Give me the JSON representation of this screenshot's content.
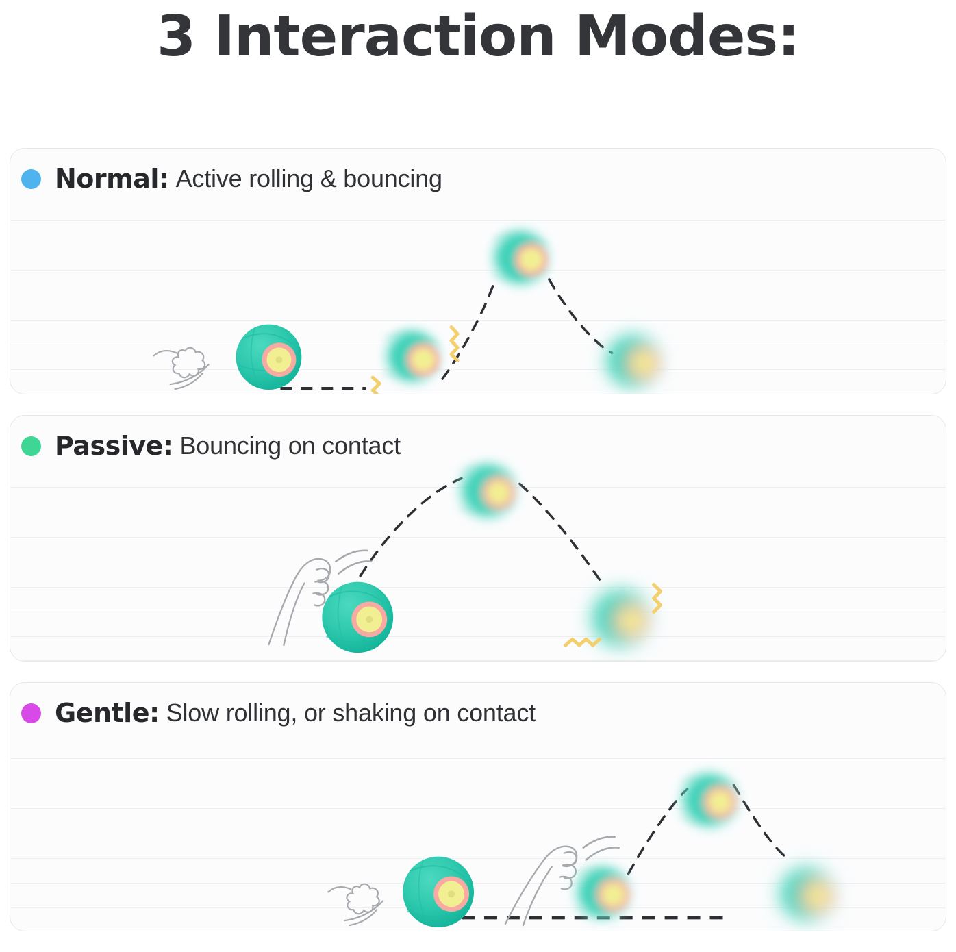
{
  "page": {
    "title": "3 Interaction Modes:",
    "background": "#ffffff"
  },
  "colors": {
    "title_text": "#333538",
    "body_text": "#2f3134",
    "card_border": "#e6e7e9",
    "card_fill": "#fcfcfd",
    "gridline": "#eeeff0",
    "dot_normal": "#4fb3ed",
    "dot_passive": "#3ed695",
    "dot_gentle": "#d84ae8",
    "ball_teal": "#2ec9ae",
    "ball_teal_dark": "#18b79c",
    "ball_ring_pink": "#f6a9a0",
    "ball_core_yellow": "#f2ef93",
    "trajectory_dash": "#2d2f33",
    "impact_squiggle": "#f3cf6e",
    "paw_outline": "#9b9ea3"
  },
  "modes": [
    {
      "id": "normal",
      "dot_color_name": "blue-dot",
      "label": "Normal:",
      "description": "Active rolling & bouncing",
      "illustration": {
        "alt": "Ball rolled by a cat paw, travelling along the ground then bouncing in an arc",
        "balls": 4,
        "paws": 1,
        "impact_squiggles": 2,
        "ground_dash": true,
        "arc_dash": true
      }
    },
    {
      "id": "passive",
      "dot_color_name": "green-dot",
      "label": "Passive:",
      "description": "Bouncing on contact",
      "illustration": {
        "alt": "Cat paw taps a resting ball which then bounces in a high arc",
        "balls": 3,
        "paws": 1,
        "impact_squiggles": 2,
        "ground_dash": false,
        "arc_dash": true
      }
    },
    {
      "id": "gentle",
      "dot_color_name": "magenta-dot",
      "label": "Gentle:",
      "description": "Slow rolling, or shaking on contact",
      "illustration": {
        "alt": "Ball rolls slowly toward a cat paw, is tapped, then arcs upward and down",
        "balls": 4,
        "paws": 2,
        "impact_squiggles": 0,
        "ground_dash": true,
        "arc_dash": true
      }
    }
  ]
}
